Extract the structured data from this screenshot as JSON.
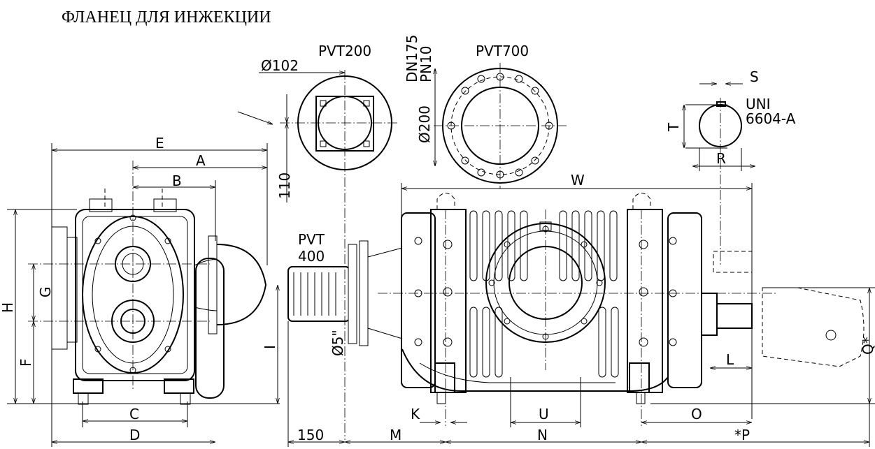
{
  "title": "ФЛАНЕЦ ДЛЯ ИНЖЕКЦИИ",
  "labels": {
    "flange_pvt200": "PVT200",
    "flange_pvt700": "PVT700",
    "dia_102": "Ø102",
    "dim_110": "110",
    "dn175": "DN175",
    "pn10": "PN10",
    "dia_200": "Ø200",
    "s": "S",
    "uni": "UNI",
    "uni_code": "6604-A",
    "t": "T",
    "r": "R",
    "e": "E",
    "a": "A",
    "b": "B",
    "w": "W",
    "h": "H",
    "g": "G",
    "f": "F",
    "i": "I",
    "c": "C",
    "d": "D",
    "pvt": "PVT",
    "pvt400": "400",
    "dia_5in": "Ø5\"",
    "k": "K",
    "u": "U",
    "o": "O",
    "l": "L",
    "q": "Q*",
    "dim_150": "150",
    "m": "M",
    "n": "N",
    "p": "*P"
  }
}
